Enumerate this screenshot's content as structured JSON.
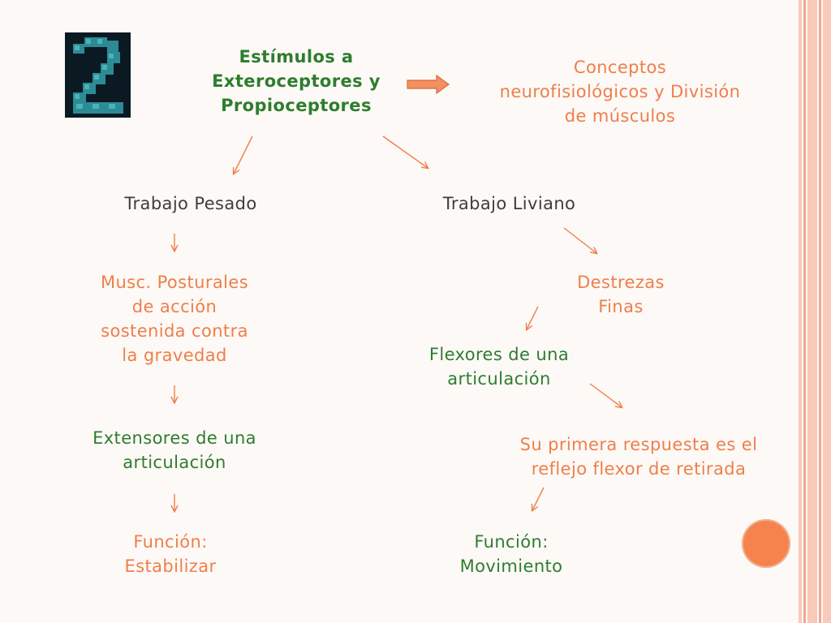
{
  "colors": {
    "background": "#fdf9f7",
    "green_text": "#2e7d2e",
    "orange_text": "#ee7f4a",
    "dark_text": "#3d3d3d",
    "arrow": "#ee7f4a",
    "stripe_light": "#f9c9b9",
    "stripe_medium": "#f1a793",
    "circle": "#f6834d"
  },
  "header": {
    "logo_icon": "pixel-number-2-icon",
    "root_node": [
      "Estímulos a",
      "Exteroceptores y",
      "Propioceptores"
    ],
    "concepts_node": [
      "Conceptos",
      "neurofisiológicos y División",
      "de músculos"
    ]
  },
  "left_branch": {
    "heavy_work": "Trabajo Pesado",
    "postural_muscles": [
      "Musc. Posturales",
      "de acción",
      "sostenida contra",
      "la gravedad"
    ],
    "extensors": [
      "Extensores de una",
      "articulación"
    ],
    "function": [
      "Función:",
      "Estabilizar"
    ]
  },
  "right_branch": {
    "light_work": "Trabajo Liviano",
    "fine_skills": [
      "Destrezas",
      "Finas"
    ],
    "flexors": [
      "Flexores de una",
      "articulación"
    ],
    "first_response": [
      "Su primera respuesta es el",
      "reflejo flexor de retirada"
    ],
    "function": [
      "Función:",
      "Movimiento"
    ]
  }
}
